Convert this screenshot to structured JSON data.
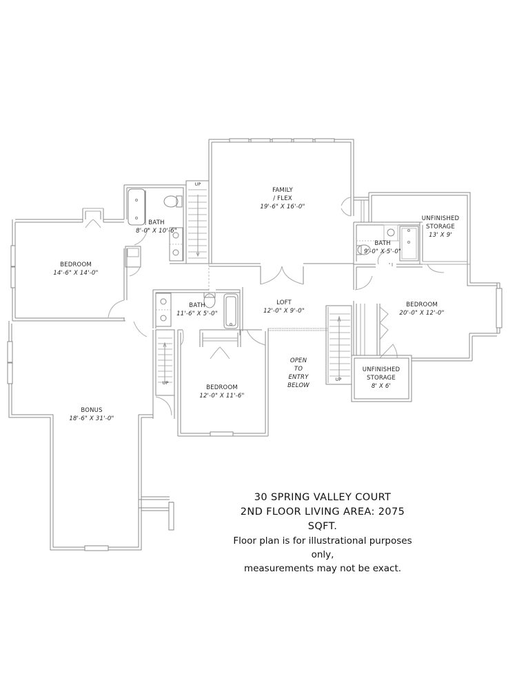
{
  "plan": {
    "rooms": [
      {
        "id": "family",
        "name": "FAMILY / FLEX",
        "name_lines": [
          "FAMILY",
          "/ FLEX"
        ],
        "dimensions": "19'-6\" X 16'-0\""
      },
      {
        "id": "bath_upper",
        "name": "BATH",
        "dimensions": "8'-0\" X 10'-6\""
      },
      {
        "id": "bedroom_left",
        "name": "BEDROOM",
        "dimensions": "14'-6\" X 14'-0\""
      },
      {
        "id": "unfinished_storage_upper",
        "name": "UNFINISHED STORAGE",
        "name_lines": [
          "UNFINISHED",
          "STORAGE"
        ],
        "dimensions": "13' X 9'"
      },
      {
        "id": "bath_right",
        "name": "BATH",
        "dimensions": "9'-0\" X 5'-0\""
      },
      {
        "id": "bath_center",
        "name": "BATH",
        "dimensions": "11'-6\" X 5'-0\""
      },
      {
        "id": "loft",
        "name": "LOFT",
        "dimensions": "12'-0\" X 9'-0\""
      },
      {
        "id": "bedroom_right",
        "name": "BEDROOM",
        "dimensions": "20'-0\" X 12'-0\""
      },
      {
        "id": "open_to_entry",
        "name": "OPEN TO ENTRY BELOW",
        "name_lines": [
          "OPEN",
          "TO",
          "ENTRY",
          "BELOW"
        ],
        "dimensions": ""
      },
      {
        "id": "unfinished_storage_lower",
        "name": "UNFINISHED STORAGE",
        "name_lines": [
          "UNFINISHED",
          "STORAGE"
        ],
        "dimensions": "8' X 6'"
      },
      {
        "id": "bedroom_center",
        "name": "BEDROOM",
        "dimensions": "12'-0\" X 11'-6\""
      },
      {
        "id": "bonus",
        "name": "BONUS",
        "dimensions": "18'-6\" X 31'-0\""
      }
    ],
    "stairs": [
      {
        "id": "stair_upper",
        "label": "UP"
      },
      {
        "id": "stair_left",
        "label": "UP"
      },
      {
        "id": "stair_right",
        "label": "UP"
      }
    ]
  },
  "caption": {
    "address": "30 SPRING VALLEY COURT",
    "area": "2ND FLOOR LIVING AREA: 2075 SQFT.",
    "disclaimer_line1": "Floor plan is for illustrational purposes only,",
    "disclaimer_line2": "measurements may not be exact."
  },
  "colors": {
    "wall": "#8a8a8a",
    "fixture": "#9a9a9a",
    "text": "#222222"
  }
}
